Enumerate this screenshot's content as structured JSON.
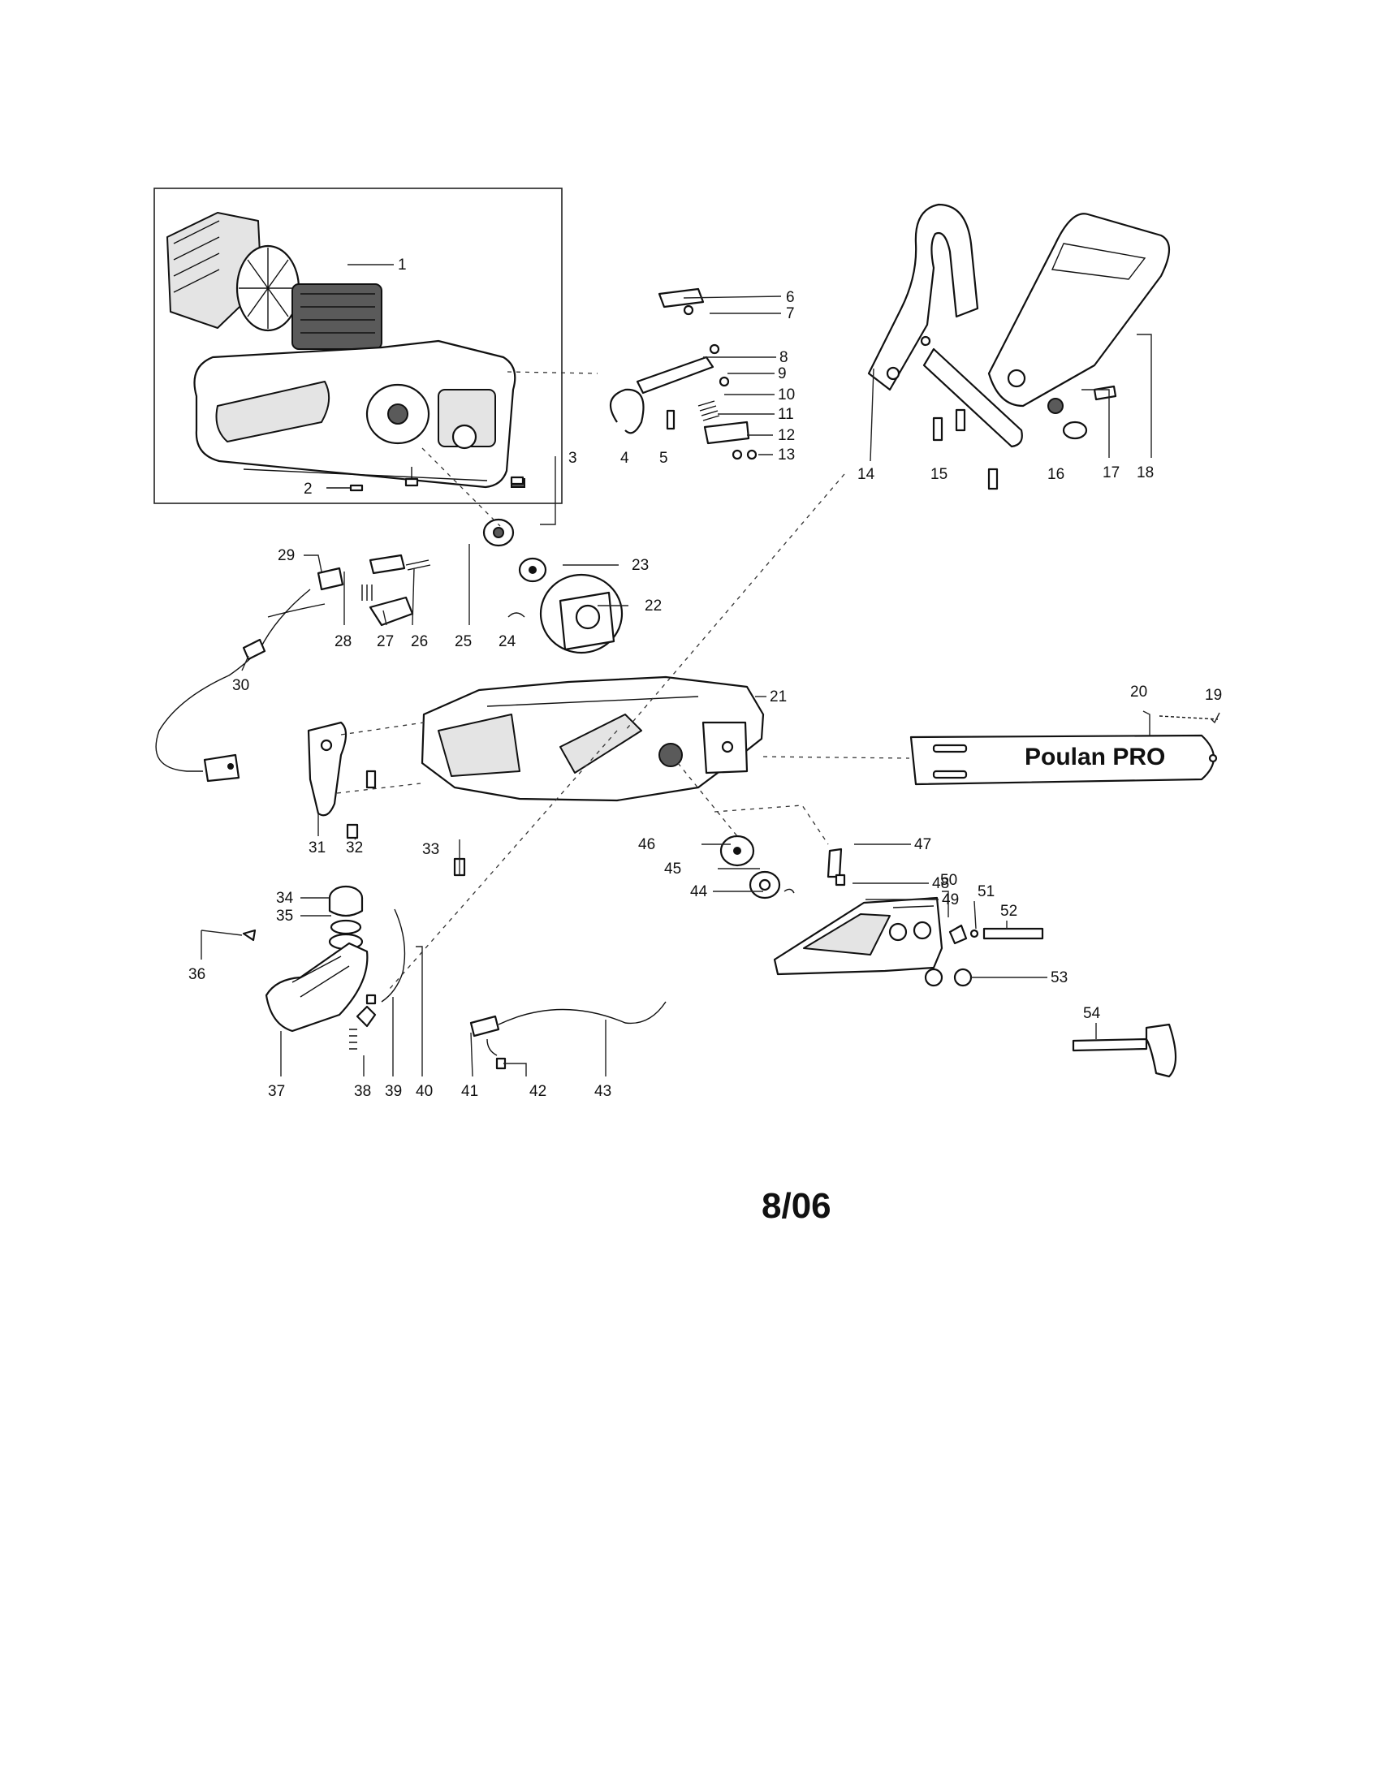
{
  "labels": [
    "1",
    "2",
    "3",
    "4",
    "5",
    "6",
    "7",
    "8",
    "9",
    "10",
    "11",
    "12",
    "13",
    "14",
    "15",
    "16",
    "17",
    "18",
    "19",
    "20",
    "21",
    "22",
    "23",
    "24",
    "25",
    "26",
    "27",
    "28",
    "29",
    "30",
    "31",
    "32",
    "33",
    "34",
    "35",
    "36",
    "37",
    "38",
    "39",
    "40",
    "41",
    "42",
    "43",
    "44",
    "45",
    "46",
    "47",
    "48",
    "49",
    "50",
    "51",
    "52",
    "53",
    "54"
  ],
  "brand_text": "Poulan PRO",
  "date_text": "8/06"
}
